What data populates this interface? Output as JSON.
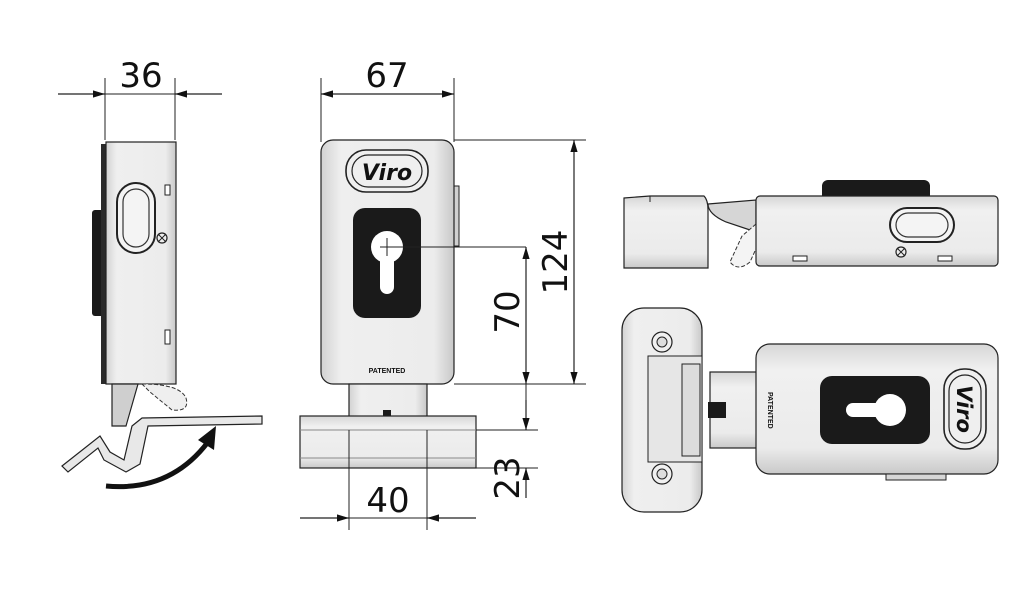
{
  "dimensions": {
    "side_width": "36",
    "front_width": "67",
    "total_height": "124",
    "key_to_bottom": "70",
    "keeper_height": "23",
    "keeper_width": "40"
  },
  "brand": "Viro",
  "patent_label": "PATENTED",
  "colors": {
    "metal_light": "#eeeeee",
    "metal_mid": "#dadada",
    "metal_dark": "#bdbdbd",
    "black": "#1a1a1a",
    "line": "#222222"
  }
}
